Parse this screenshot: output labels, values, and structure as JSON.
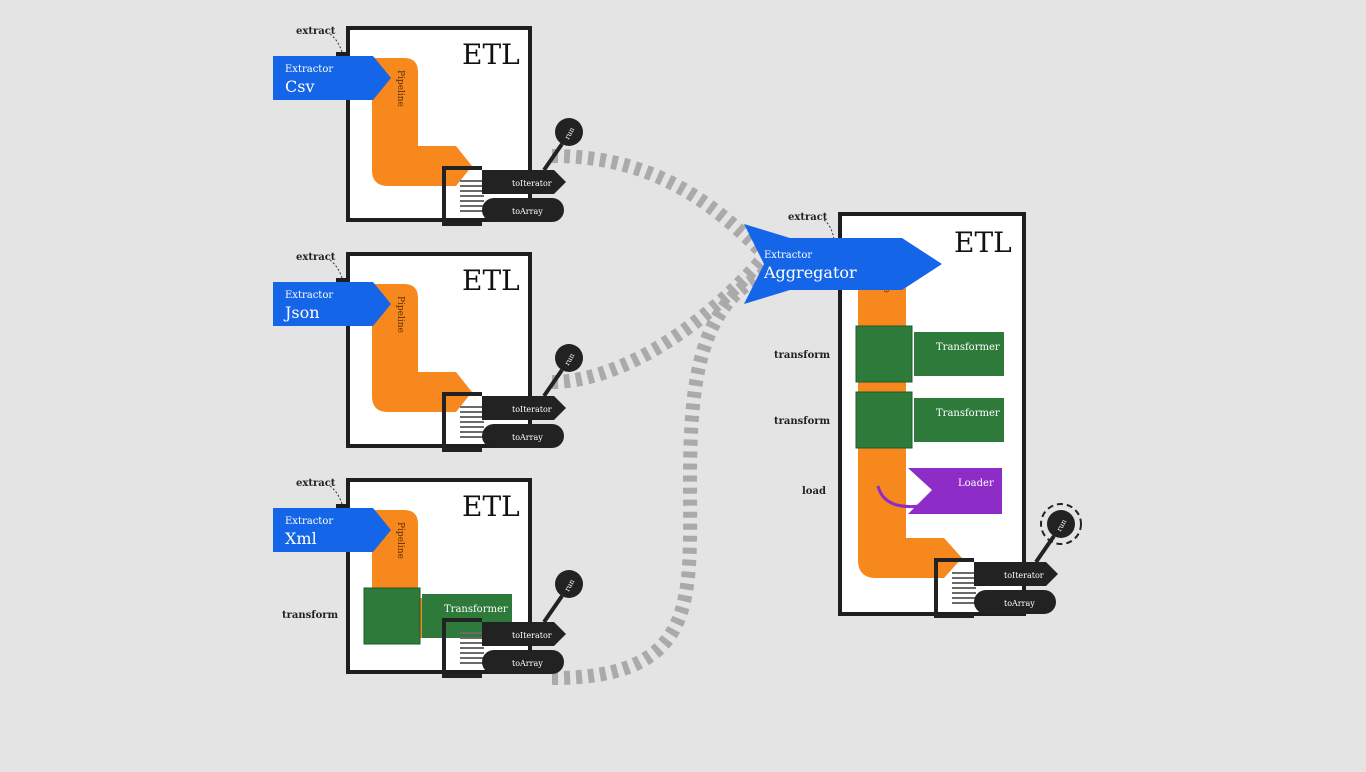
{
  "colors": {
    "background": "#e4e4e4",
    "frame": "#1e1e1e",
    "extractor": "#1565e8",
    "pipeline": "#f6881e",
    "transformer": "#2e7a3b",
    "loader": "#8e2cc8",
    "cable": "#aaaaaa",
    "plug": "#222222"
  },
  "labels": {
    "etl": "ETL",
    "extract": "extract",
    "transform": "transform",
    "load": "load",
    "pipeline": "Pipeline",
    "extractor": "Extractor",
    "transformer": "Transformer",
    "loader": "Loader",
    "to_iterator": "toIterator",
    "to_array": "toArray",
    "run": "run"
  },
  "pipelines": [
    {
      "extractor": "Csv",
      "transformers": 0
    },
    {
      "extractor": "Json",
      "transformers": 0
    },
    {
      "extractor": "Xml",
      "transformers": 1
    }
  ],
  "aggregator": {
    "extractor": "Aggregator",
    "transformers": 2,
    "loaders": 1
  }
}
